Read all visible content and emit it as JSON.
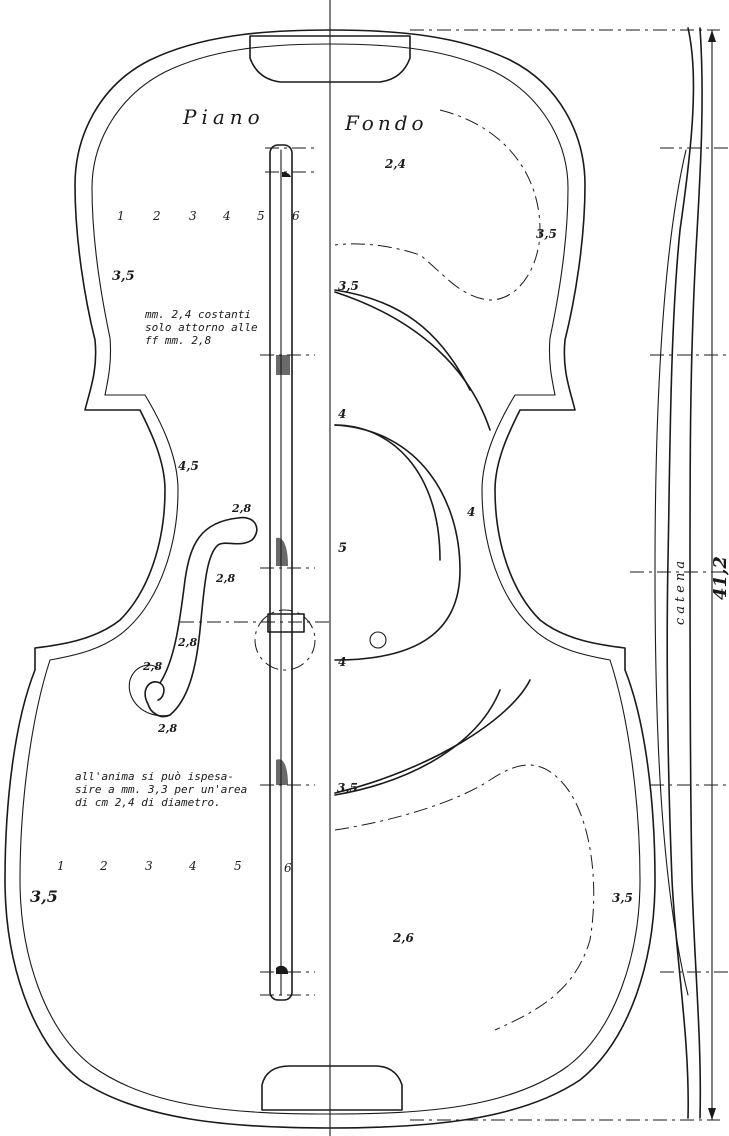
{
  "titles": {
    "top": "Piano",
    "back": "Fondo"
  },
  "top_plate": {
    "station_numbers_upper": [
      "1",
      "2",
      "3",
      "4",
      "5",
      "6"
    ],
    "station_numbers_lower": [
      "1",
      "2",
      "3",
      "4",
      "5",
      "6"
    ],
    "edge_thickness_upper": "3,5",
    "edge_thickness_lower": "3,5",
    "waist_thickness": "4,5",
    "note_constant": [
      "mm. 2,4 costanti",
      "solo attorno alle",
      "ff mm. 2,8"
    ],
    "note_soundpost": [
      "all'anima si può ispesa-",
      "sire a mm. 3,3 per un'area",
      "di cm 2,4 di diametro."
    ],
    "f_hole_thickness": [
      "2,8",
      "2,8",
      "2,8",
      "2,8",
      "2,8"
    ]
  },
  "back_plate": {
    "upper_center": "2,4",
    "upper_edge": "3,5",
    "upper_bout_mid": "3,5",
    "center_top": "4",
    "center_right": "4",
    "center_mid": "5",
    "center_bottom": "4",
    "lower_bout_mid": "3,5",
    "lower_edge": "3,5",
    "lower_center": "2,6"
  },
  "side_view": {
    "bass_bar_label": "catena",
    "length": "41,2"
  }
}
